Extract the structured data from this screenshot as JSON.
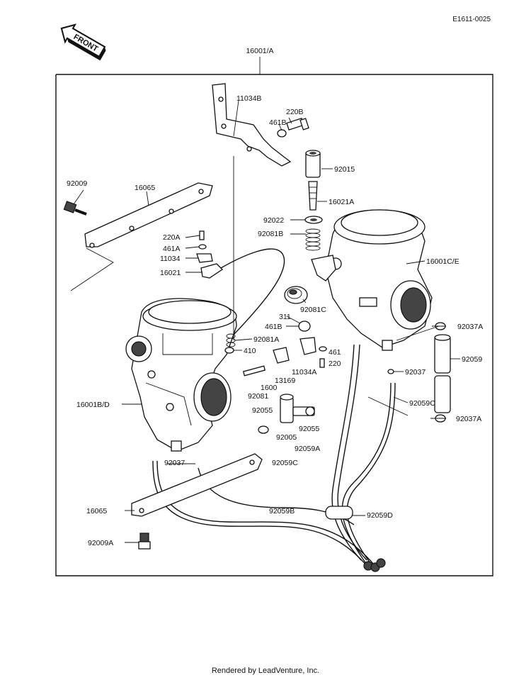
{
  "diagram_code": "E1611-0025",
  "front_label": "FRONT",
  "footer": "Rendered by LeadVenture, Inc.",
  "assembly_label": "16001/A",
  "parts": [
    {
      "id": "p11034B",
      "label": "11034B"
    },
    {
      "id": "p220B",
      "label": "220B"
    },
    {
      "id": "p461B_top",
      "label": "461B"
    },
    {
      "id": "p92015",
      "label": "92015"
    },
    {
      "id": "p92009",
      "label": "92009"
    },
    {
      "id": "p16065_top",
      "label": "16065"
    },
    {
      "id": "p16021A",
      "label": "16021A"
    },
    {
      "id": "p92022",
      "label": "92022"
    },
    {
      "id": "p92081B",
      "label": "92081B"
    },
    {
      "id": "p220A",
      "label": "220A"
    },
    {
      "id": "p461A",
      "label": "461A"
    },
    {
      "id": "p11034",
      "label": "11034"
    },
    {
      "id": "p16021",
      "label": "16021"
    },
    {
      "id": "p16001CE",
      "label": "16001C/E"
    },
    {
      "id": "p92081C",
      "label": "92081C"
    },
    {
      "id": "p311",
      "label": "311"
    },
    {
      "id": "p461B",
      "label": "461B"
    },
    {
      "id": "p92081A",
      "label": "92081A"
    },
    {
      "id": "p410",
      "label": "410"
    },
    {
      "id": "p461",
      "label": "461"
    },
    {
      "id": "p11034A",
      "label": "11034A"
    },
    {
      "id": "p220",
      "label": "220"
    },
    {
      "id": "p92037A_top",
      "label": "92037A"
    },
    {
      "id": "p92059",
      "label": "92059"
    },
    {
      "id": "p92037",
      "label": "92037"
    },
    {
      "id": "p13169",
      "label": "13169"
    },
    {
      "id": "p1600",
      "label": "1600"
    },
    {
      "id": "p92081",
      "label": "92081"
    },
    {
      "id": "p16001BD",
      "label": "16001B/D"
    },
    {
      "id": "p92055a",
      "label": "92055"
    },
    {
      "id": "p92055b",
      "label": "92055"
    },
    {
      "id": "p92005",
      "label": "92005"
    },
    {
      "id": "p92059C_right",
      "label": "92059C"
    },
    {
      "id": "p92037A_bottom",
      "label": "92037A"
    },
    {
      "id": "p92059A",
      "label": "92059A"
    },
    {
      "id": "p92037_left",
      "label": "92037"
    },
    {
      "id": "p92059C_mid",
      "label": "92059C"
    },
    {
      "id": "p16065_bottom",
      "label": "16065"
    },
    {
      "id": "p92059B",
      "label": "92059B"
    },
    {
      "id": "p92059D",
      "label": "92059D"
    },
    {
      "id": "p92009A",
      "label": "92009A"
    }
  ]
}
